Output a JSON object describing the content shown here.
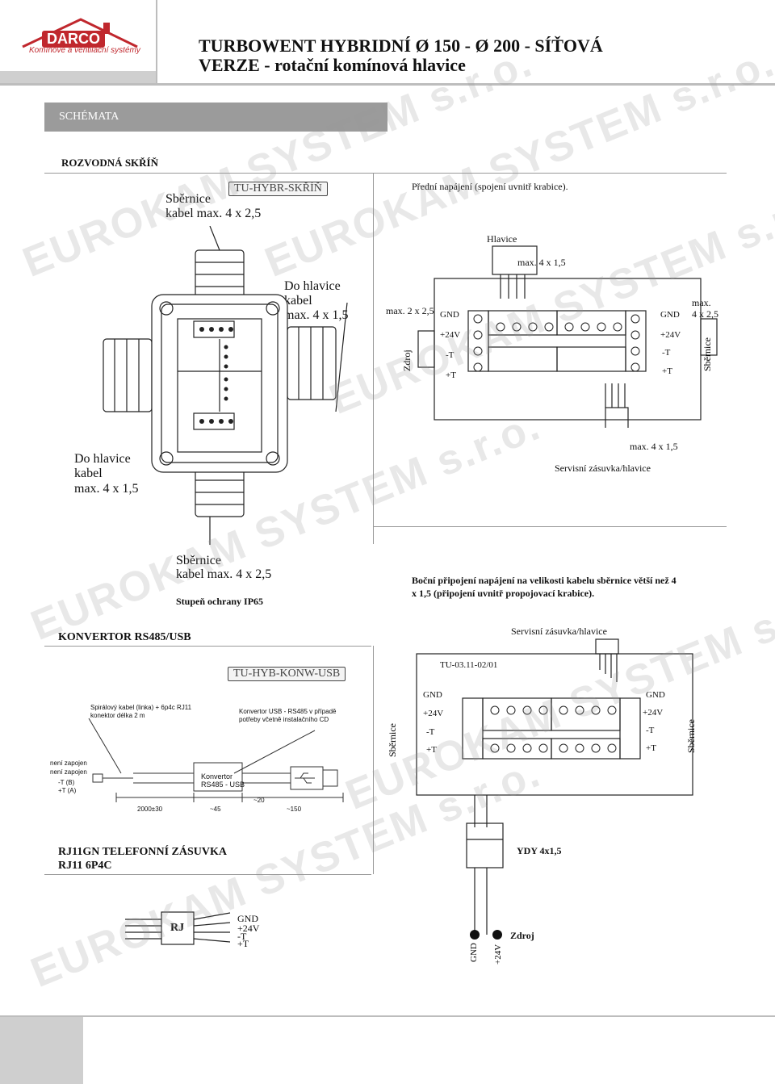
{
  "header": {
    "logo_brand": "DARCO",
    "logo_tagline": "Komínové a ventilační systémy",
    "title_line1": "TURBOWENT HYBRIDNÍ  Ø 150 - Ø 200 - SÍŤOVÁ",
    "title_line2": "VERZE - rotační komínová hlavice"
  },
  "section_title": "SCHÉMATA",
  "watermark_text": "EUROKAM SYSTEM s.r.o.",
  "rozvodna": {
    "heading": "ROZVODNÁ SKŘÍŇ",
    "box_label": "TU-HYBR-SKŘÍŇ",
    "top_label_1": "Sběrnice",
    "top_label_2": "kabel max. 4 x 2,5",
    "right_label_1": "Do hlavice",
    "right_label_2": "kabel",
    "right_label_3": "max. 4 x 1,5",
    "left_label_1": "Do hlavice",
    "left_label_2": "kabel",
    "left_label_3": "max. 4 x 1,5",
    "bottom_label_1": "Sběrnice",
    "bottom_label_2": "kabel max. 4 x 2,5",
    "protection": "Stupeň ochrany IP65"
  },
  "front_power": {
    "caption": "Přední napájení (spojení uvnitř krabice).",
    "hlavice": "Hlavice",
    "max_top": "max. 4 x 1,5",
    "max_left": "max. 2 x 2,5",
    "max_right_1": "max.",
    "max_right_2": "4 x 2,5",
    "zdroj": "Zdroj",
    "sbernice": "Sběrnice",
    "gnd": "GND",
    "p24": "+24V",
    "mT": "-T",
    "pT": "+T",
    "max_bottom": "max. 4 x 1,5",
    "servis": "Servisní zásuvka/hlavice"
  },
  "side_power": {
    "caption_1": "Boční připojení napájení na velikosti kabelu sběrnice větší než 4",
    "caption_2": "x 1,5 (připojení uvnitř propojovací krabice).",
    "servis": "Servisní zásuvka/hlavice",
    "board": "TU-03.11-02/01",
    "sbernice": "Sběrnice",
    "ydy": "YDY 4x1,5",
    "zdroj": "Zdroj"
  },
  "konvertor": {
    "heading": "KONVERTOR RS485/USB",
    "box_label": "TU-HYB-KONW-USB",
    "note_left_1": "Spirálový kabel (linka) + 6p4c RJ11",
    "note_left_2": "konektor délka 2 m",
    "note_right_1": "Konvertor USB - RS485 v případě",
    "note_right_2": "potřeby včetně instalačního CD",
    "pin1": "není zapojen",
    "pin2": "není zapojen",
    "pin3": "-T (B)",
    "pin4": "+T (A)",
    "device_1": "Konvertor",
    "device_2": "RS485 - USB",
    "dim1": "2000±30",
    "dim2": "~45",
    "dim3": "~150",
    "dim4": "~20"
  },
  "rj11": {
    "heading_1": "RJ11GN TELEFONNÍ ZÁSUVKA",
    "heading_2": "RJ11 6P4C",
    "rj": "RJ",
    "w1": "GND",
    "w2": "+24V",
    "w3": "-T",
    "w4": "+T"
  }
}
